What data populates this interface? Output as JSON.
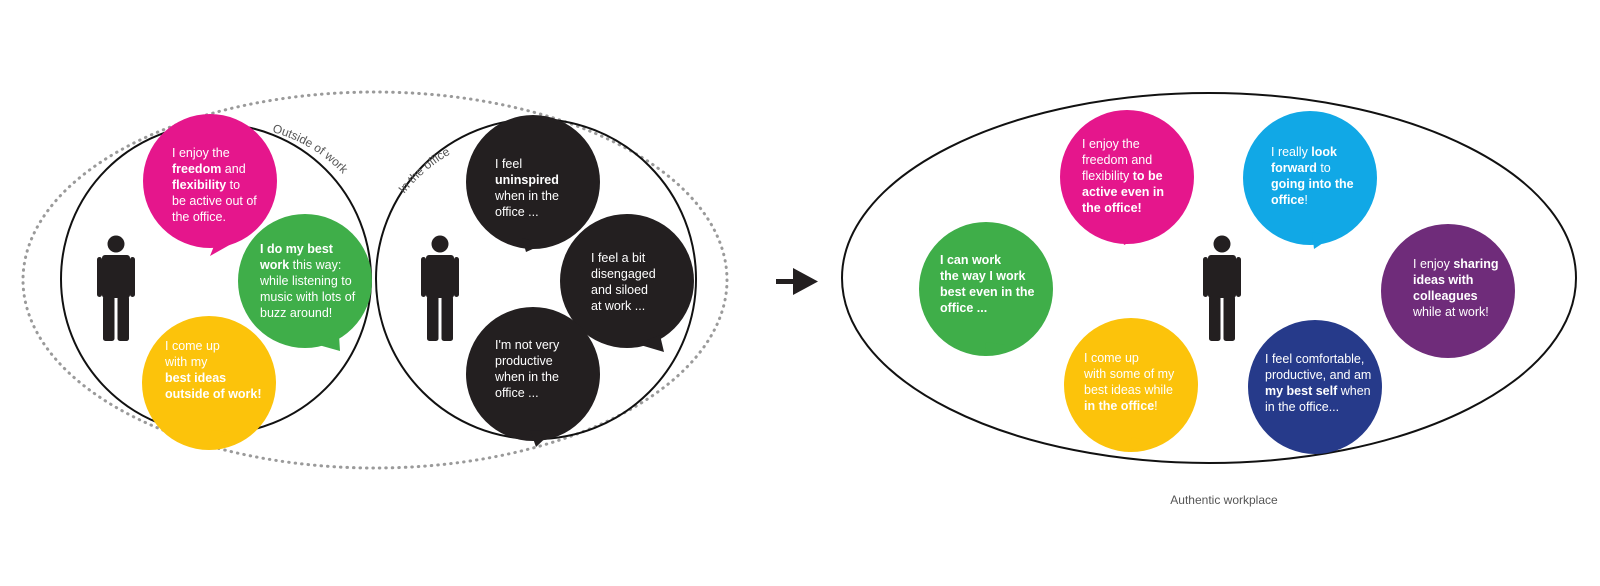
{
  "colors": {
    "magenta": "#e5168c",
    "green": "#3fae49",
    "yellow": "#fcc30b",
    "black": "#231f20",
    "cyan": "#11a8e6",
    "purple": "#6f2c7a",
    "navy": "#263a8a",
    "outline": "#111111",
    "dotted": "#9a9a9a"
  },
  "left_group": {
    "outside_label": "Outside of work",
    "office_label": "In the office"
  },
  "left_bubbles": [
    {
      "id": "enjoy-freedom",
      "color": "magenta",
      "lines": [
        [
          [
            "I enjoy the",
            false
          ]
        ],
        [
          [
            "freedom",
            true
          ],
          [
            " and",
            false
          ]
        ],
        [
          [
            "flexibility",
            true
          ],
          [
            " to",
            false
          ]
        ],
        [
          [
            "be active out of",
            false
          ]
        ],
        [
          [
            "the office.",
            false
          ]
        ]
      ]
    },
    {
      "id": "best-work",
      "color": "green",
      "lines": [
        [
          [
            "I do my best",
            true
          ]
        ],
        [
          [
            "work",
            true
          ],
          [
            " this way:",
            false
          ]
        ],
        [
          [
            "while listening to",
            false
          ]
        ],
        [
          [
            "music with lots of",
            false
          ]
        ],
        [
          [
            "buzz around!",
            false
          ]
        ]
      ]
    },
    {
      "id": "best-ideas",
      "color": "yellow",
      "lines": [
        [
          [
            "I come up",
            false
          ]
        ],
        [
          [
            "with my",
            false
          ]
        ],
        [
          [
            "best ideas",
            true
          ]
        ],
        [
          [
            "outside of work!",
            true
          ]
        ]
      ]
    },
    {
      "id": "uninspired",
      "color": "black",
      "lines": [
        [
          [
            "I feel",
            false
          ]
        ],
        [
          [
            "uninspired",
            true
          ]
        ],
        [
          [
            "when in the",
            false
          ]
        ],
        [
          [
            "office ...",
            false
          ]
        ]
      ]
    },
    {
      "id": "disengaged",
      "color": "black",
      "lines": [
        [
          [
            "I feel a bit",
            false
          ]
        ],
        [
          [
            "disengaged",
            false
          ]
        ],
        [
          [
            "and siloed",
            false
          ]
        ],
        [
          [
            "at work ...",
            false
          ]
        ]
      ]
    },
    {
      "id": "not-productive",
      "color": "black",
      "lines": [
        [
          [
            "I'm not very",
            false
          ]
        ],
        [
          [
            "productive",
            false
          ]
        ],
        [
          [
            "when in the",
            false
          ]
        ],
        [
          [
            "office ...",
            false
          ]
        ]
      ]
    }
  ],
  "right_group": {
    "caption": "Authentic workplace"
  },
  "right_bubbles": [
    {
      "id": "active-office",
      "color": "magenta",
      "lines": [
        [
          [
            "I enjoy the",
            false
          ]
        ],
        [
          [
            "freedom and",
            false
          ]
        ],
        [
          [
            "flexibility ",
            false
          ],
          [
            "to be",
            true
          ]
        ],
        [
          [
            "active even in",
            true
          ]
        ],
        [
          [
            "the office!",
            true
          ]
        ]
      ]
    },
    {
      "id": "look-forward",
      "color": "cyan",
      "lines": [
        [
          [
            "I really ",
            false
          ],
          [
            "look",
            true
          ]
        ],
        [
          [
            "forward",
            true
          ],
          [
            " to",
            false
          ]
        ],
        [
          [
            "going into the",
            true
          ]
        ],
        [
          [
            "office",
            true
          ],
          [
            "!",
            false
          ]
        ]
      ]
    },
    {
      "id": "can-work",
      "color": "green",
      "lines": [
        [
          [
            "I can work",
            true
          ]
        ],
        [
          [
            "the way I work",
            true
          ]
        ],
        [
          [
            "best even in the",
            true
          ]
        ],
        [
          [
            "office ...",
            true
          ]
        ]
      ]
    },
    {
      "id": "sharing-ideas",
      "color": "purple",
      "lines": [
        [
          [
            "I enjoy ",
            false
          ],
          [
            "sharing",
            true
          ]
        ],
        [
          [
            "ideas with",
            true
          ]
        ],
        [
          [
            "colleagues",
            true
          ]
        ],
        [
          [
            "while at work!",
            false
          ]
        ]
      ]
    },
    {
      "id": "ideas-office",
      "color": "yellow",
      "lines": [
        [
          [
            "I come up",
            false
          ]
        ],
        [
          [
            "with some of my",
            false
          ]
        ],
        [
          [
            "best ideas while",
            false
          ]
        ],
        [
          [
            "in the office",
            true
          ],
          [
            "!",
            false
          ]
        ]
      ]
    },
    {
      "id": "best-self",
      "color": "navy",
      "lines": [
        [
          [
            "I feel comfortable,",
            false
          ]
        ],
        [
          [
            "productive, and am",
            false
          ]
        ],
        [
          [
            "my best self",
            true
          ],
          [
            " when",
            false
          ]
        ],
        [
          [
            "in the office...",
            false
          ]
        ]
      ]
    }
  ]
}
